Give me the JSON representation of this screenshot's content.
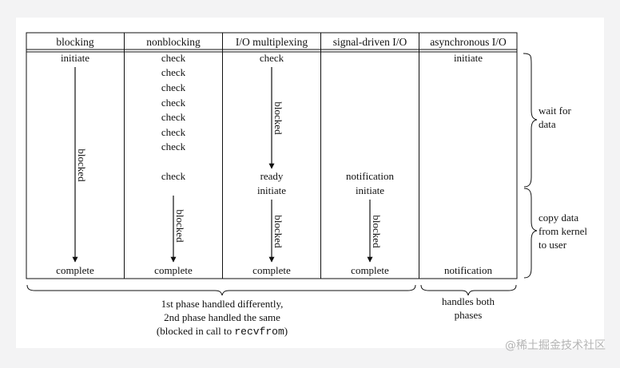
{
  "columns": [
    {
      "header": "blocking",
      "top_events": [
        "initiate"
      ],
      "mid_events": [],
      "complete_label": "complete",
      "blocked_label": "blocked"
    },
    {
      "header": "nonblocking",
      "top_events": [
        "check",
        "check",
        "check",
        "check",
        "check",
        "check",
        "check",
        "check"
      ],
      "mid_events": [],
      "complete_label": "complete",
      "blocked_label": "blocked"
    },
    {
      "header": "I/O multiplexing",
      "top_events": [
        "check"
      ],
      "mid_events": [
        "ready",
        "initiate"
      ],
      "complete_label": "complete",
      "blocked_label": "blocked",
      "blocked_label_2": "blocked"
    },
    {
      "header": "signal-driven I/O",
      "top_events": [],
      "mid_events": [
        "notification",
        "initiate"
      ],
      "complete_label": "complete",
      "blocked_label": "blocked"
    },
    {
      "header": "asynchronous I/O",
      "top_events": [
        "initiate"
      ],
      "mid_events": [],
      "complete_label": "notification"
    }
  ],
  "phases": {
    "wait": [
      "wait for",
      "data"
    ],
    "copy": [
      "copy data",
      "from kernel",
      "to user"
    ]
  },
  "bottom_notes": {
    "first_four": {
      "line1": "1st phase handled differently,",
      "line2": "2nd phase handled the same",
      "line3_prefix": "(blocked in call to ",
      "line3_code": "recvfrom",
      "line3_suffix": ")"
    },
    "async": [
      "handles both",
      "phases"
    ]
  },
  "watermark": "@稀土掘金技术社区"
}
